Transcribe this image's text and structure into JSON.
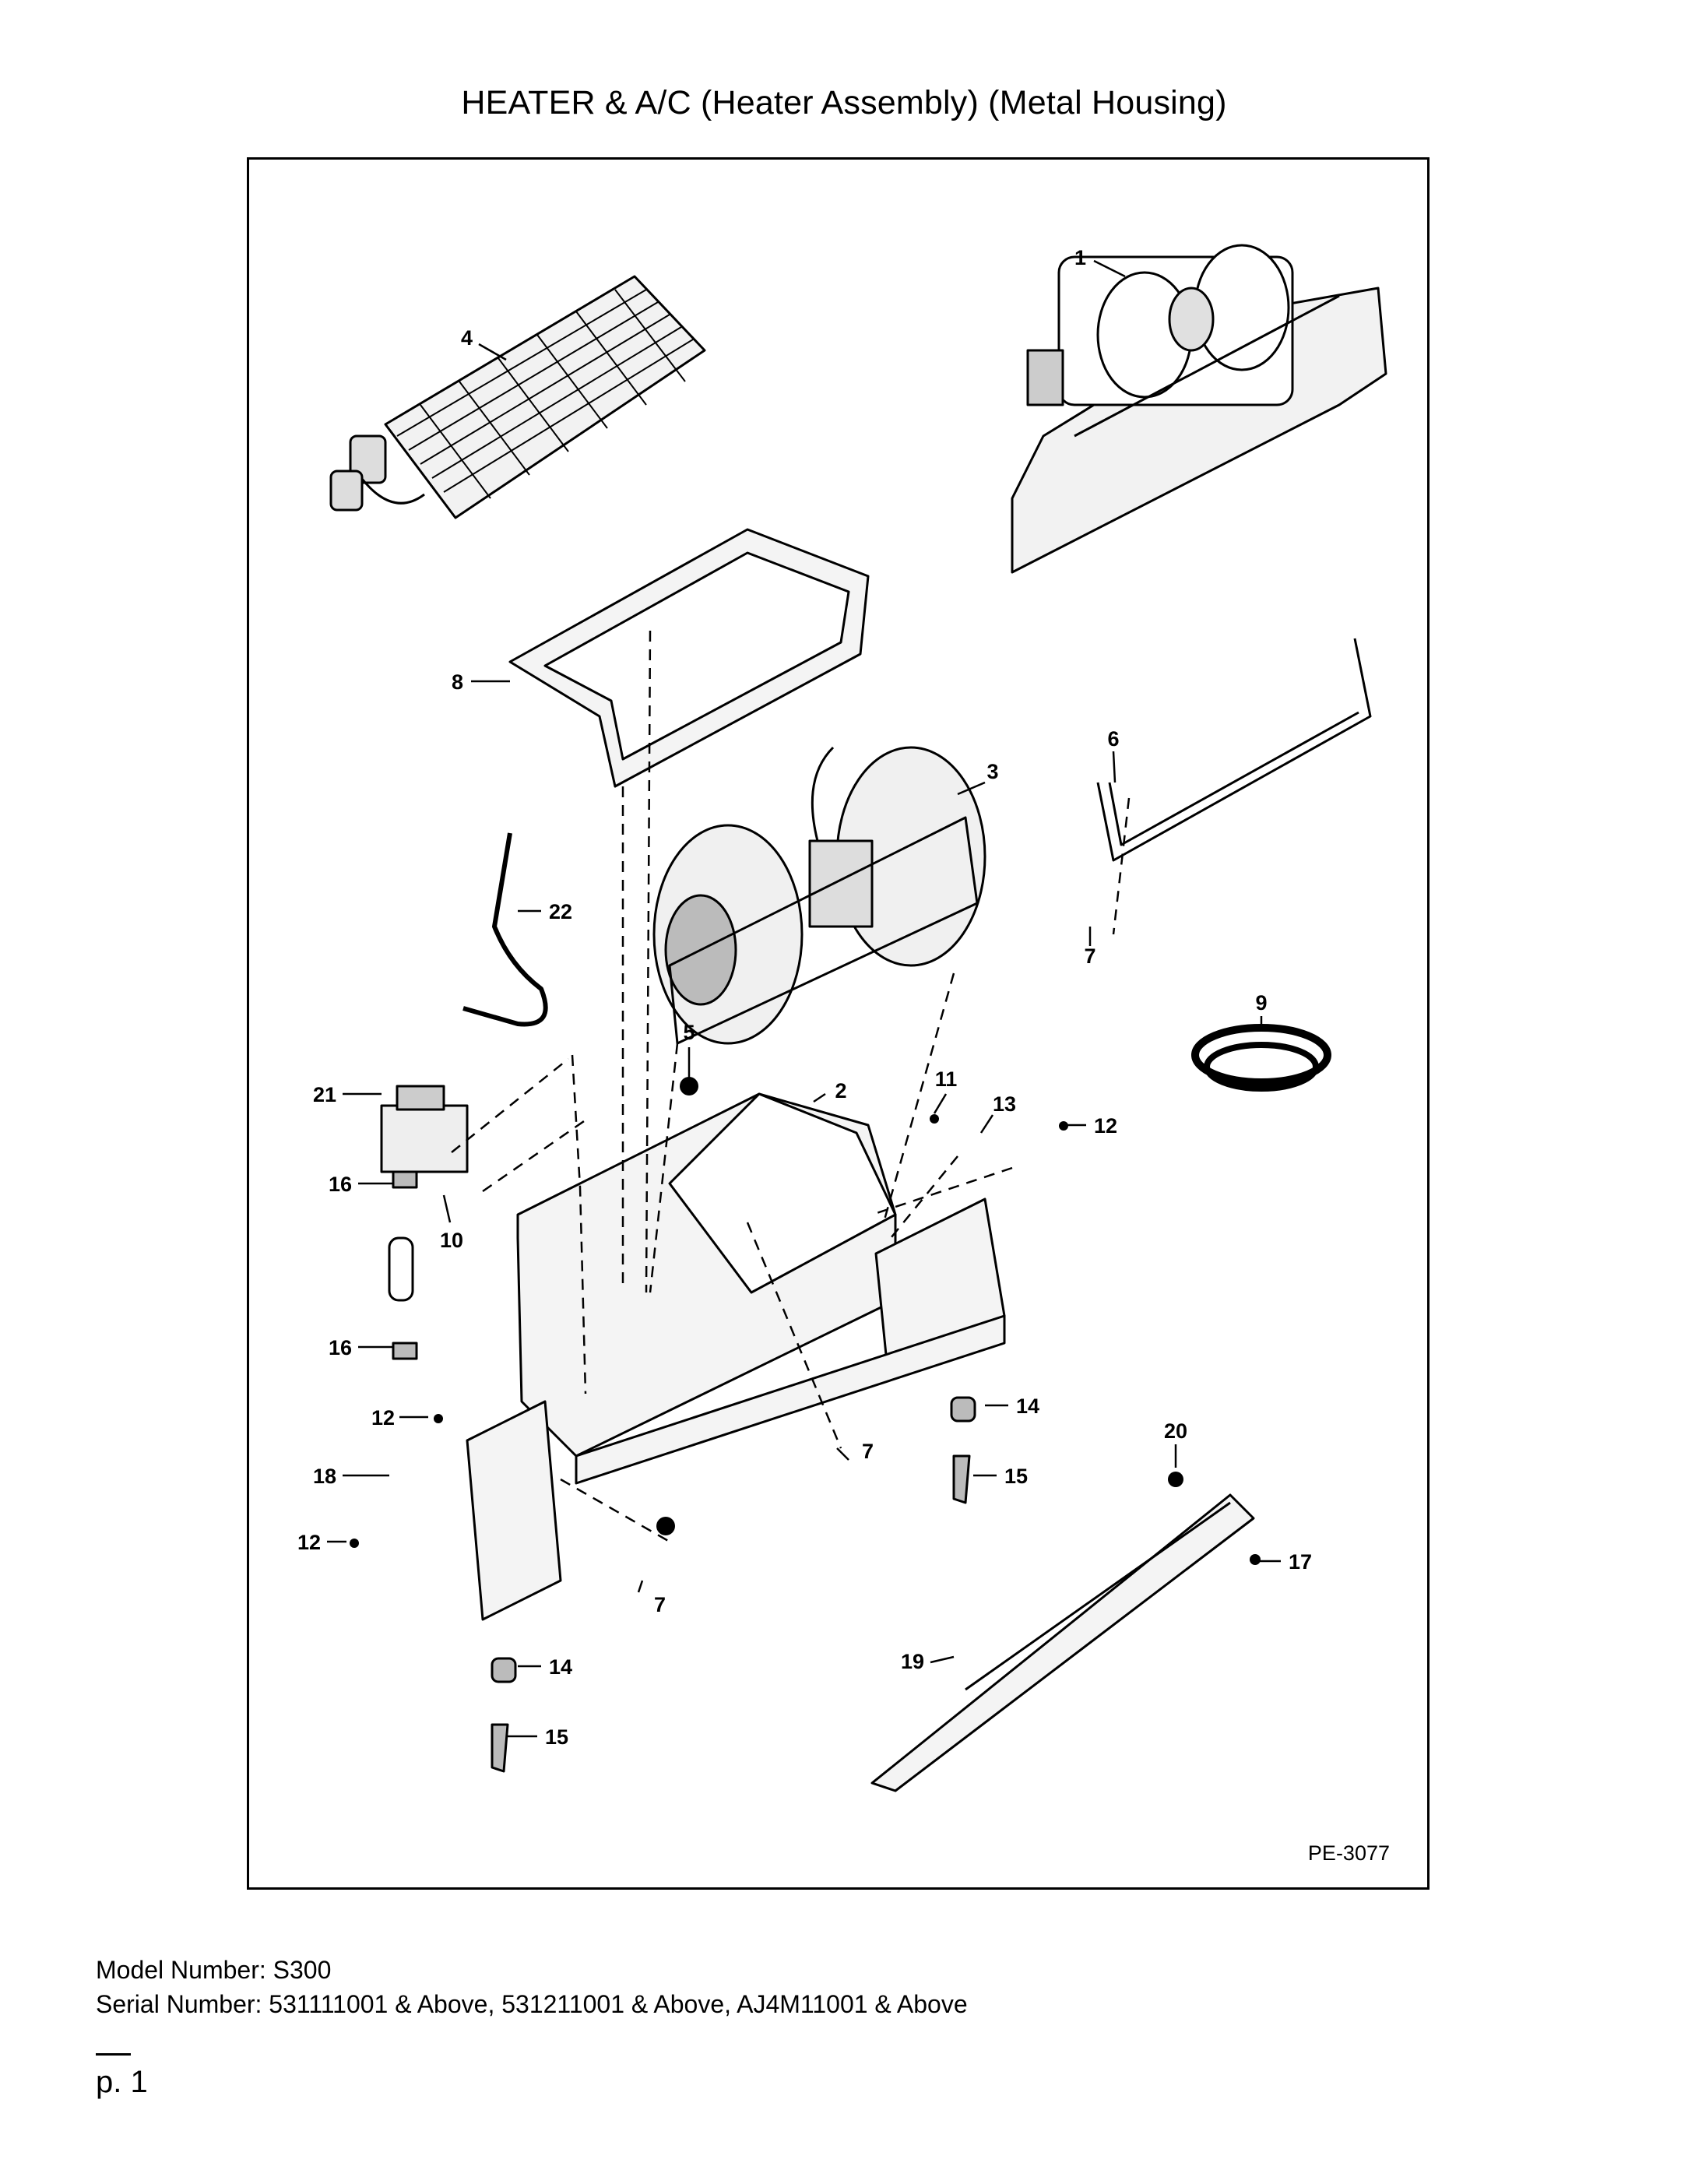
{
  "title": "HEATER & A/C (Heater Assembly) (Metal Housing)",
  "diagram": {
    "code": "PE-3077",
    "callouts": [
      "1",
      "2",
      "3",
      "4",
      "5",
      "6",
      "7",
      "8",
      "9",
      "10",
      "11",
      "12",
      "13",
      "14",
      "15",
      "16",
      "17",
      "18",
      "19",
      "20",
      "21",
      "22"
    ]
  },
  "footer": {
    "model_number": "Model Number: S300",
    "serial_number": "Serial Number: 531111001 & Above, 531211001 & Above, AJ4M11001 & Above",
    "page": "p. 1"
  }
}
